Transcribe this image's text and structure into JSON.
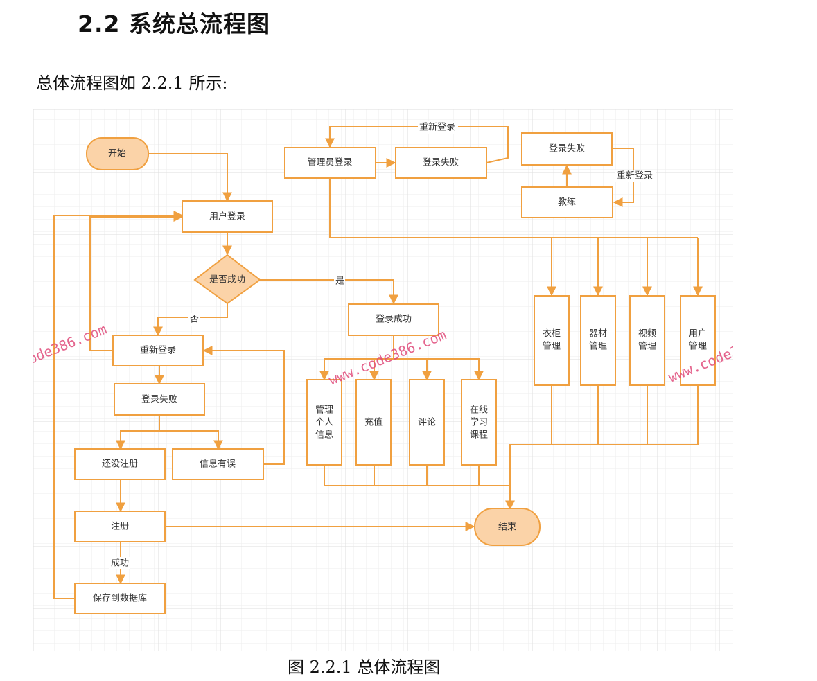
{
  "heading": "2.2 系统总流程图",
  "intro": "总体流程图如 2.2.1 所示:",
  "caption": "图 2.2.1 总体流程图",
  "watermark": "www.code386.com",
  "colors": {
    "stroke": "#f0a040",
    "fill_terminal": "#fbd3a8",
    "box_fill": "#ffffff"
  },
  "nodes": {
    "start": "开始",
    "user_login": "用户登录",
    "success_q": "是否成功",
    "relogin": "重新登录",
    "login_fail": "登录失败",
    "not_registered": "还没注册",
    "info_error": "信息有误",
    "register": "注册",
    "save_db": "保存到数据库",
    "login_ok": "登录成功",
    "manage_info": [
      "管理",
      "个人",
      "信息"
    ],
    "recharge": "充值",
    "comment": "评论",
    "online_course": [
      "在线",
      "学习",
      "课程"
    ],
    "admin_login": "管理员登录",
    "admin_fail": "登录失败",
    "coach_fail": "登录失败",
    "coach": "教练",
    "wardrobe": [
      "衣柜",
      "管理"
    ],
    "equipment": [
      "器材",
      "管理"
    ],
    "video": [
      "视频",
      "管理"
    ],
    "user_mgmt": [
      "用户",
      "管理"
    ],
    "end": "结束"
  },
  "edge_labels": {
    "yes": "是",
    "no": "否",
    "success": "成功",
    "relogin_admin": "重新登录",
    "relogin_coach": "重新登录"
  }
}
